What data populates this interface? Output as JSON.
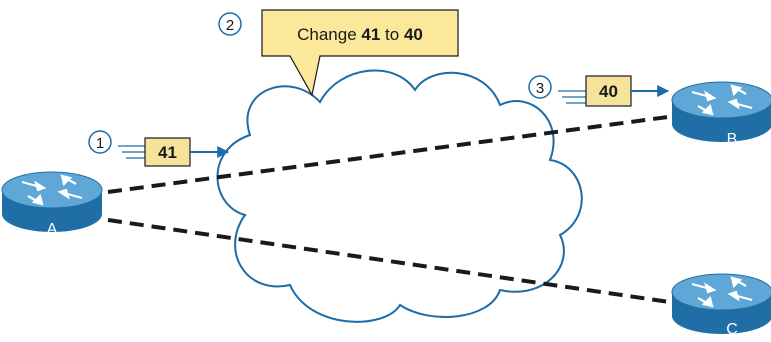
{
  "routers": {
    "a": {
      "label": "A"
    },
    "b": {
      "label": "B"
    },
    "c": {
      "label": "C"
    }
  },
  "steps": {
    "step1": {
      "number": "1"
    },
    "step2": {
      "number": "2"
    },
    "step3": {
      "number": "3"
    }
  },
  "frames": {
    "incoming": {
      "value": "41"
    },
    "outgoing": {
      "value": "40"
    }
  },
  "callout": {
    "prefix": "Change ",
    "old_value": "41",
    "middle": " to ",
    "new_value": "40"
  },
  "colors": {
    "accent_blue": "#1b6ca8",
    "router_blue": "#1f6fa6",
    "router_top": "#5ea7d6",
    "callout_fill": "#fbe89a",
    "frame_fill": "#f6e39b",
    "link_dash": "#1a1a1a"
  }
}
